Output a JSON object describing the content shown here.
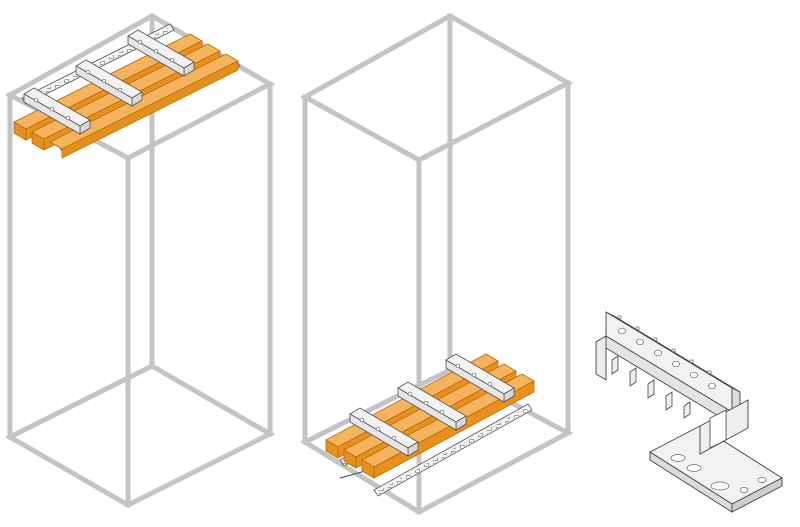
{
  "figure": {
    "panels": [
      {
        "name": "cabinet-top-busbar",
        "busbar_position": "top"
      },
      {
        "name": "cabinet-bottom-busbar",
        "busbar_position": "bottom"
      },
      {
        "name": "mounting-rail-detail"
      }
    ]
  },
  "colors": {
    "frame": "#c4c4c4",
    "busbar_face": "#e8901c",
    "busbar_top": "#f4b35c",
    "busbar_shadow": "#b86a10",
    "metal": "#f2f2f2",
    "metal_edge": "#555555"
  }
}
